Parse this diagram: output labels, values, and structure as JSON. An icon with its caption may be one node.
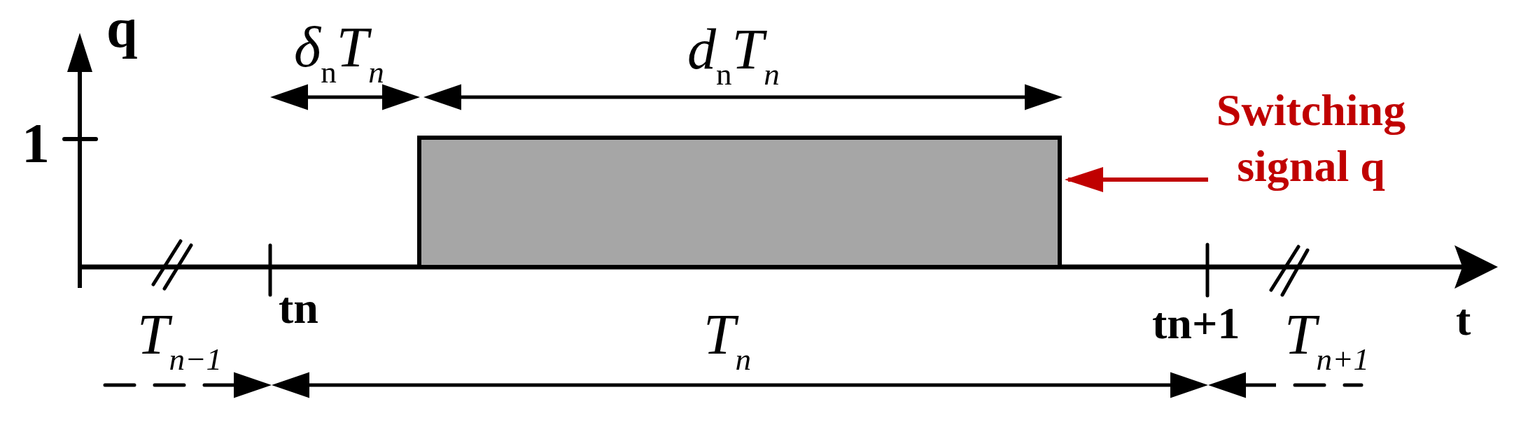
{
  "diagram": {
    "nodes": [
      {
        "text": [
          "Switching signal q"
        ]
      },
      {
        "text": [],
        "shape": "box"
      }
    ],
    "edges": [
      {
        "from": 0,
        "to": 1,
        "arrow": "to",
        "color": "#c00000"
      }
    ],
    "labels": [
      "q",
      "δ$_{n}$T$_{n}$",
      "d$_{n}$T$_{n}$",
      "1",
      "tn",
      "tn+1",
      "t",
      "T$_{n−1}$",
      "T$_{n}$",
      "T$_{n+1}$"
    ]
  }
}
